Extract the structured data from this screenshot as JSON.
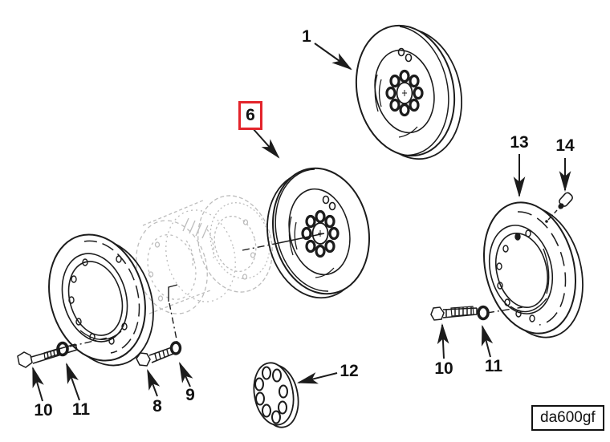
{
  "figure": {
    "code_label": "da600gf",
    "background_color": "#ffffff",
    "line_color": "#1c1c1c",
    "ghost_color": "#bdbdbd",
    "highlight_color": "#e3242b"
  },
  "callouts": [
    {
      "id": "item-1",
      "label": "1",
      "highlighted": false
    },
    {
      "id": "item-6",
      "label": "6",
      "highlighted": true
    },
    {
      "id": "item-8",
      "label": "8",
      "highlighted": false
    },
    {
      "id": "item-9",
      "label": "9",
      "highlighted": false
    },
    {
      "id": "item-10-left",
      "label": "10",
      "highlighted": false
    },
    {
      "id": "item-11-left",
      "label": "11",
      "highlighted": false
    },
    {
      "id": "item-12",
      "label": "12",
      "highlighted": false
    },
    {
      "id": "item-13",
      "label": "13",
      "highlighted": false
    },
    {
      "id": "item-14",
      "label": "14",
      "highlighted": false
    },
    {
      "id": "item-10-right",
      "label": "10",
      "highlighted": false
    },
    {
      "id": "item-11-right",
      "label": "11",
      "highlighted": false
    }
  ]
}
